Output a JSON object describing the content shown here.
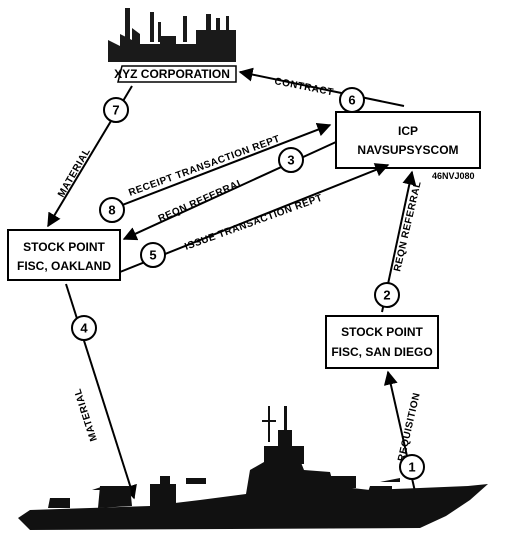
{
  "nodes": {
    "corporation": {
      "label": "XYZ CORPORATION"
    },
    "icp": {
      "line1": "ICP",
      "line2": "NAVSUPSYSCOM"
    },
    "oakland": {
      "line1": "STOCK POINT",
      "line2": "FISC, OAKLAND"
    },
    "sandiego": {
      "line1": "STOCK POINT",
      "line2": "FISC, SAN DIEGO"
    }
  },
  "code": "46NVJ080",
  "edges": {
    "contract": "CONTRACT",
    "material_top": "MATERIAL",
    "receipt": "RECEIPT TRANSACTION REPT",
    "reqn_referral_left": "REQN REFERRAL",
    "issue": "ISSUE TRANSACTION REPT",
    "reqn_referral_right": "REQN REFERRAL",
    "material_bottom": "MATERIAL",
    "requisition": "REQUISITION"
  },
  "steps": [
    "1",
    "2",
    "3",
    "4",
    "5",
    "6",
    "7",
    "8"
  ]
}
